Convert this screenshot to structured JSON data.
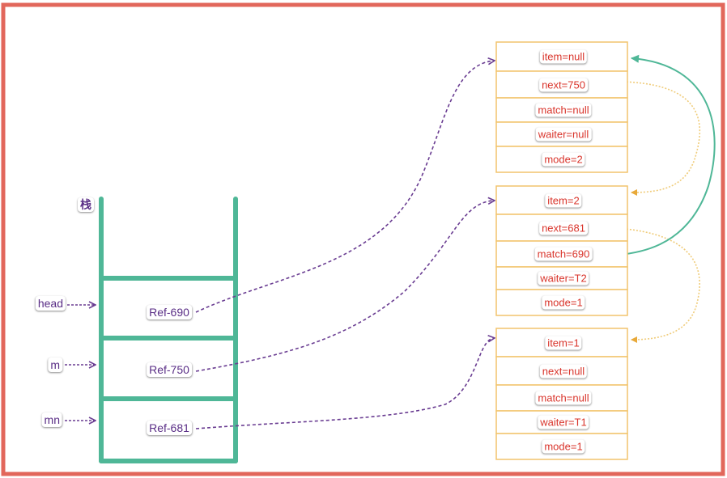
{
  "stack": {
    "title": "栈",
    "pointers": [
      {
        "label": "head",
        "slot": 0
      },
      {
        "label": "m",
        "slot": 1
      },
      {
        "label": "mn",
        "slot": 2
      }
    ],
    "slots": [
      "Ref-690",
      "Ref-750",
      "Ref-681"
    ]
  },
  "nodes": [
    {
      "id": "690",
      "fields": [
        "item=null",
        "next=750",
        "match=null",
        "waiter=null",
        "mode=2"
      ]
    },
    {
      "id": "750",
      "fields": [
        "item=2",
        "next=681",
        "match=690",
        "waiter=T2",
        "mode=1"
      ]
    },
    {
      "id": "681",
      "fields": [
        "item=1",
        "next=null",
        "match=null",
        "waiter=T1",
        "mode=1"
      ]
    }
  ],
  "colors": {
    "frame": "#e2675b",
    "stack": "#4fb797",
    "purple": "#6a3d92",
    "node_border": "#f2c46d",
    "node_text": "#d9342b",
    "next_arrow": "#f0cc7a",
    "match_arrow": "#4fb797"
  }
}
